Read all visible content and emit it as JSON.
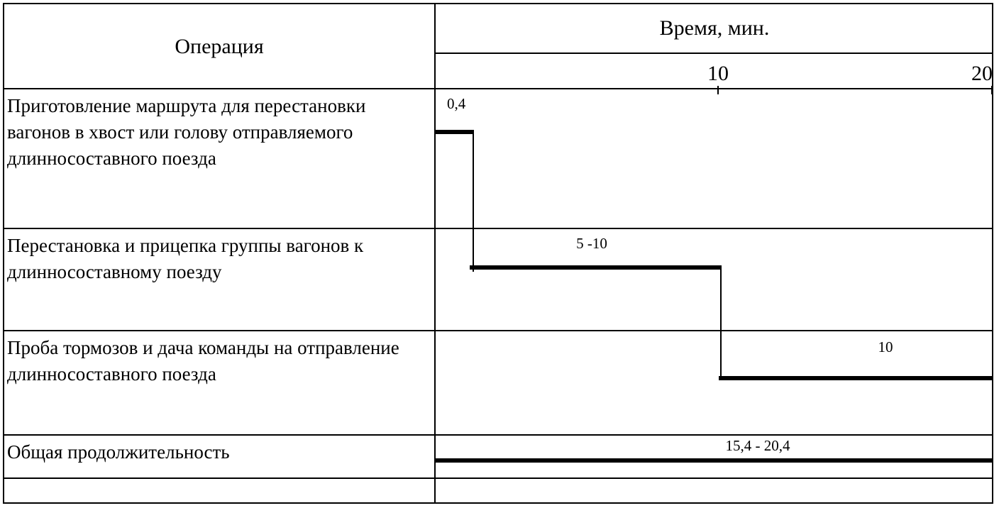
{
  "table": {
    "header": {
      "operation_label": "Операция",
      "time_label": "Время, мин."
    },
    "axis": {
      "ticks": [
        {
          "label": "10",
          "value": 10
        },
        {
          "label": "20",
          "value": 20
        }
      ],
      "min": 0,
      "max": 20.6,
      "unit": "мин."
    },
    "rows": [
      {
        "operation": "Приготовление маршрута для перестановки вагонов в хвост или голову отправляемого длинносоставного поезда",
        "duration_label": "0,4"
      },
      {
        "operation": "Перестановка и прицепка группы вагонов к длинносоставному поезду",
        "duration_label": "5 -10"
      },
      {
        "operation": "Проба тормозов и дача команды на отправление длинносоставного поезда",
        "duration_label": "10"
      },
      {
        "operation": "Общая продолжительность",
        "duration_label": "15,4  -  20,4"
      }
    ]
  },
  "chart_data": {
    "type": "bar",
    "title": "Время, мин.",
    "xlabel": "Время, мин.",
    "ylabel": "Операция",
    "xlim": [
      0,
      20.6
    ],
    "grid": false,
    "legend": null,
    "categories": [
      "Приготовление маршрута для перестановки вагонов в хвост или голову отправляемого длинносоставного поезда",
      "Перестановка и прицепка группы вагонов к длинносоставному поезду",
      "Проба тормозов и дача команды на отправление длинносоставного поезда",
      "Общая продолжительность"
    ],
    "bars": [
      {
        "category_index": 0,
        "start": 0.0,
        "end": 1.4,
        "label": "0,4",
        "label_position": "left"
      },
      {
        "category_index": 1,
        "start": 1.3,
        "end": 10.2,
        "label": "5 -10",
        "label_position": "center"
      },
      {
        "category_index": 2,
        "start": 10.2,
        "end": 20.0,
        "label": "10",
        "label_position": "center"
      },
      {
        "category_index": 3,
        "start": 0.0,
        "end": 20.0,
        "label": "15,4  -  20,4",
        "label_position": "center"
      }
    ],
    "tick_labels": [
      "10",
      "20"
    ],
    "tick_values": [
      10,
      20
    ]
  }
}
